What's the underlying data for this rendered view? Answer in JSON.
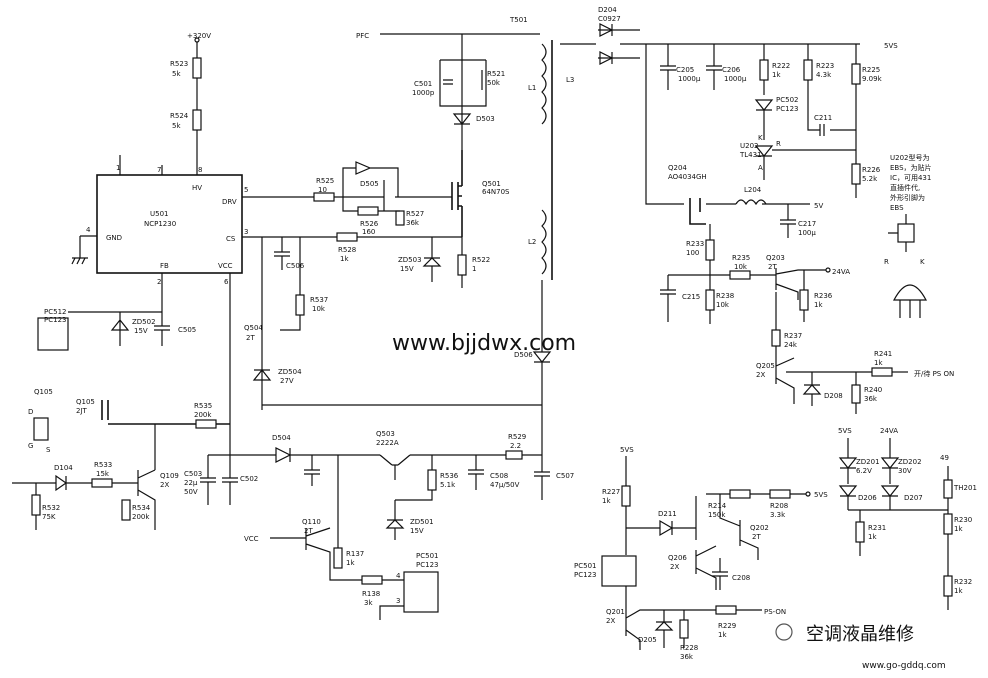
{
  "watermark": "www.bjjdwx.com",
  "brand": {
    "text": "空调液晶维修",
    "site": "www.go-gddq.com"
  },
  "labels": {
    "v320": "+320V",
    "r523": "R523",
    "r523v": "5k",
    "r524": "R524",
    "r524v": "5k",
    "u501a": "U501",
    "u501b": "NCP1230",
    "hv": "HV",
    "drv": "DRV",
    "cs": "CS",
    "gnd": "GND",
    "fb": "FB",
    "vcc": "VCC",
    "p1": "1",
    "p7": "7",
    "p8": "8",
    "p5": "5",
    "p3": "3",
    "p4": "4",
    "p2": "2",
    "p6": "6",
    "pfc": "PFC",
    "t501": "T501",
    "c501": "C501",
    "c501v": "1000p",
    "r521": "R521",
    "r521v": "50k",
    "d503": "D503",
    "l1": "L1",
    "l2": "L2",
    "l3": "L3",
    "r525": "R525",
    "r525v": "10",
    "d505": "D505",
    "r526": "R526",
    "r526v": "160",
    "r527": "R527",
    "r527v": "36k",
    "q501": "Q501",
    "q501v": "64N70S",
    "r528": "R528",
    "r528v": "1k",
    "c506": "C506",
    "zd503": "ZD503",
    "zd503v": "15V",
    "r522": "R522",
    "r522v": "1",
    "r537": "R537",
    "r537v": "10k",
    "q504": "Q504",
    "q504v": "2T",
    "zd504": "ZD504",
    "zd504v": "27V",
    "d506": "D506",
    "pc512": "PC512",
    "pc512v": "PC123",
    "zd502": "ZD502",
    "zd502v": "15V",
    "c505": "C505",
    "q105a": "Q105",
    "q105": "Q105",
    "q105v": "2JT",
    "r535": "R535",
    "r535v": "200k",
    "gds_d": "D",
    "gds_g": "G",
    "gds_s": "S",
    "d104": "D104",
    "r533": "R533",
    "r533v": "15k",
    "q109": "Q109",
    "q109v": "2X",
    "r532": "R532",
    "r532v": "75K",
    "r534": "R534",
    "r534v": "200k",
    "c503": "C503",
    "c503v1": "22μ",
    "c503v2": "50V",
    "c502": "C502",
    "d504": "D504",
    "q503": "Q503",
    "q503v": "2222A",
    "r529": "R529",
    "r529v": "2.2",
    "c507": "C507",
    "r536": "R536",
    "r536v": "5.1k",
    "c508": "C508",
    "c508v": "47μ/50V",
    "zd501": "ZD501",
    "zd501v": "15V",
    "q110": "Q110",
    "q110v": "2T",
    "r137": "R137",
    "r137v": "1k",
    "pc501": "PC501",
    "pc501v": "PC123",
    "r138": "R138",
    "r138v": "3k",
    "pin4": "4",
    "pin3": "3",
    "d204": "D204",
    "d204v": "C0927",
    "c205": "C205",
    "c205v": "1000μ",
    "c206": "C206",
    "c206v": "1000μ",
    "r222": "R222",
    "r222v": "1k",
    "r223": "R223",
    "r223v": "4.3k",
    "r225": "R225",
    "r225v": "9.09k",
    "out5vs": "5VS",
    "pc502": "PC502",
    "pc502v": "PC123",
    "c211": "C211",
    "u202": "U202",
    "u202v": "TL431",
    "k": "K",
    "a": "A",
    "r": "R",
    "r226": "R226",
    "r226v": "5.2k",
    "note1": "U202型号为",
    "note2": "EBS，为贴片",
    "note3": "IC，可用431",
    "note4": "直插件代,",
    "note5": "外形引脚为",
    "note6": "EBS",
    "q204": "Q204",
    "q204v": "AO4034GH",
    "l204": "L204",
    "out5v": "5V",
    "c217": "C217",
    "c217v": "100μ",
    "r233": "R233",
    "r233v": "100",
    "r235": "R235",
    "r235v": "10k",
    "q203": "Q203",
    "q203v": "2T",
    "out24va": "24VA",
    "c215": "C215",
    "r238": "R238",
    "r238v": "10k",
    "r236": "R236",
    "r236v": "1k",
    "r237": "R237",
    "r237v": "24k",
    "q205": "Q205",
    "q205v": "2X",
    "d208": "D208",
    "r241": "R241",
    "r241v": "1k",
    "pson": "开/待 PS ON",
    "r240": "R240",
    "r240v": "36k",
    "in5vs": "5VS",
    "in5vs2": "5VS",
    "in24va": "24VA",
    "in49": "49",
    "zd201": "ZD201",
    "zd201v": "6.2V",
    "zd202": "ZD202",
    "zd202v": "30V",
    "d206": "D206",
    "d207": "D207",
    "th201": "TH201",
    "r231": "R231",
    "r231v": "1k",
    "r230": "R230",
    "r230v": "1k",
    "r232": "R232",
    "r232v": "1k",
    "r227": "R227",
    "r227v": "1k",
    "d211": "D211",
    "r214": "R214",
    "r214v": "150k",
    "r208": "R208",
    "r208v": "3.3k",
    "out5vs2": "5VS",
    "q202": "Q202",
    "q202v": "2T",
    "q206": "Q206",
    "q206v": "2X",
    "c208": "C208",
    "pc501b": "PC501",
    "pc501bv": "PC123",
    "q201": "Q201",
    "q201v": "2X",
    "d205": "D205",
    "r228": "R228",
    "r228v": "36k",
    "r229": "R229",
    "r229v": "1k",
    "psgn": "PS-ON"
  }
}
